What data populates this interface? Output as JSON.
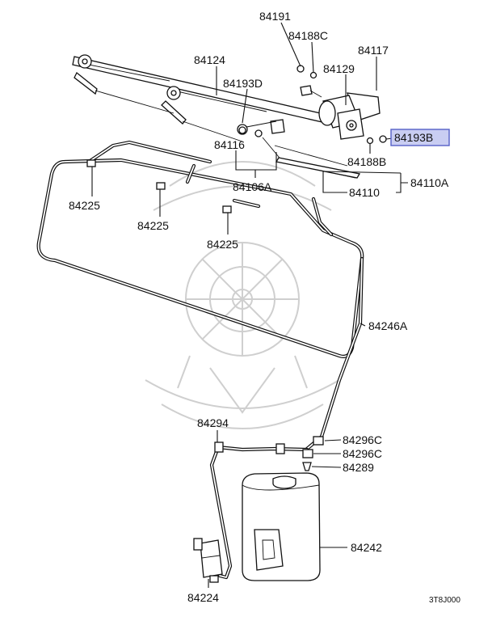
{
  "diagram": {
    "callouts": [
      {
        "id": "84191",
        "text": "84191"
      },
      {
        "id": "84188C",
        "text": "84188C"
      },
      {
        "id": "84117",
        "text": "84117"
      },
      {
        "id": "84129",
        "text": "84129"
      },
      {
        "id": "84124",
        "text": "84124"
      },
      {
        "id": "84193D",
        "text": "84193D"
      },
      {
        "id": "84193B",
        "text": "84193B",
        "highlighted": true
      },
      {
        "id": "84116",
        "text": "84116"
      },
      {
        "id": "84188B",
        "text": "84188B"
      },
      {
        "id": "84106A",
        "text": "84106A"
      },
      {
        "id": "84110",
        "text": "84110"
      },
      {
        "id": "84110A",
        "text": "84110A"
      },
      {
        "id": "84225a",
        "text": "84225"
      },
      {
        "id": "84225b",
        "text": "84225"
      },
      {
        "id": "84225c",
        "text": "84225"
      },
      {
        "id": "84246A",
        "text": "84246A"
      },
      {
        "id": "84294",
        "text": "84294"
      },
      {
        "id": "84296C_1",
        "text": "84296C"
      },
      {
        "id": "84296C_2",
        "text": "84296C"
      },
      {
        "id": "84289",
        "text": "84289"
      },
      {
        "id": "84242",
        "text": "84242"
      },
      {
        "id": "84224",
        "text": "84224"
      }
    ],
    "diagram_code": "3T8J000",
    "colors": {
      "highlight_fill": "#c9cdf2",
      "highlight_stroke": "#5560c8",
      "ink": "#111111",
      "watermark": "#cfcfcf"
    }
  }
}
